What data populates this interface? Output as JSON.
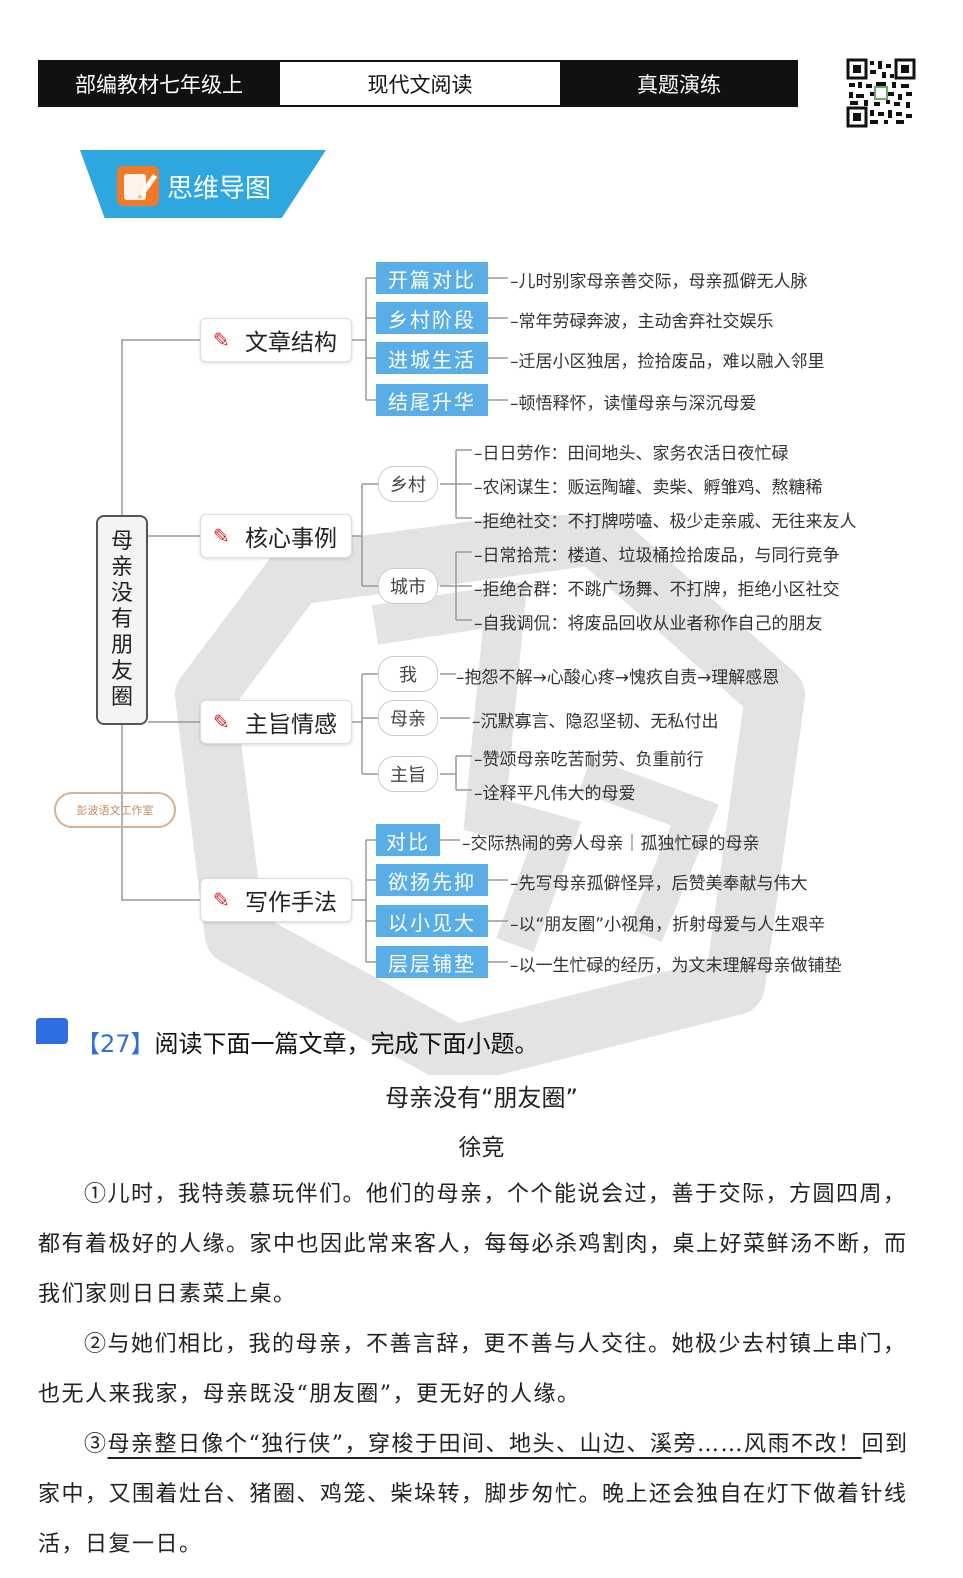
{
  "header": {
    "left": "部编教材七年级上",
    "middle": "现代文阅读",
    "right": "真题演练"
  },
  "banner": {
    "title": "思维导图"
  },
  "mindmap": {
    "root": [
      "母",
      "亲",
      "没",
      "有",
      "朋",
      "友",
      "圈"
    ],
    "studio": "彭波语文工作室",
    "structure": {
      "label": "文章结构",
      "tags": [
        "开篇对比",
        "乡村阶段",
        "进城生活",
        "结尾升华"
      ],
      "leaves": [
        "–儿时别家母亲善交际，母亲孤僻无人脉",
        "–常年劳碌奔波，主动舍弃社交娱乐",
        "–迁居小区独居，捡拾废品，难以融入邻里",
        "–顿悟释怀，读懂母亲与深沉母爱"
      ]
    },
    "cases": {
      "label": "核心事例",
      "village": "乡村",
      "city": "城市",
      "village_leaves": [
        "–日日劳作：田间地头、家务农活日夜忙碌",
        "–农闲谋生：贩运陶罐、卖柴、孵雏鸡、熬糖稀",
        "–拒绝社交：不打牌唠嗑、极少走亲戚、无往来友人"
      ],
      "city_leaves": [
        "–日常拾荒：楼道、垃圾桶捡拾废品，与同行竞争",
        "–拒绝合群：不跳广场舞、不打牌，拒绝小区社交",
        "–自我调侃：将废品回收从业者称作自己的朋友"
      ]
    },
    "theme": {
      "label": "主旨情感",
      "me": "我",
      "mother": "母亲",
      "gist": "主旨",
      "me_leaf": "–抱怨不解→心酸心疼→愧疚自责→理解感恩",
      "mother_leaf": "–沉默寡言、隐忍坚韧、无私付出",
      "gist_leaves": [
        "–赞颂母亲吃苦耐劳、负重前行",
        "–诠释平凡伟大的母爱"
      ]
    },
    "writing": {
      "label": "写作手法",
      "tags": [
        "对比",
        "欲扬先抑",
        "以小见大",
        "层层铺垫"
      ],
      "leaves": [
        "–交际热闹的旁人母亲｜孤独忙碌的母亲",
        "–先写母亲孤僻怪异，后赞美奉献与伟大",
        "–以“朋友圈”小视角，折射母爱与人生艰辛",
        "–以一生忙碌的经历，为文末理解母亲做铺垫"
      ]
    }
  },
  "question": {
    "num": "【27】",
    "text": "阅读下面一篇文章，完成下面小题。"
  },
  "article": {
    "title": "母亲没有“朋友圈”",
    "author": "徐竞",
    "p1": "①儿时，我特羡慕玩伴们。他们的母亲，个个能说会过，善于交际，方圆四周，都有着极好的人缘。家中也因此常来客人，每每必杀鸡割肉，桌上好菜鲜汤不断，而我们家则日日素菜上桌。",
    "p2": "②与她们相比，我的母亲，不善言辞，更不善与人交往。她极少去村镇上串门，也无人来我家，母亲既没“朋友圈”，更无好的人缘。",
    "p3_num": "③",
    "p3_ul": "母亲整日像个“独行侠”，穿梭于田间、地头、山边、溪旁……风雨不改！",
    "p3_rest": "回到家中，又围着灶台、猪圈、鸡笼、柴垛转，脚步匆忙。晚上还会独自在灯下做着针线活，日复一日。"
  }
}
